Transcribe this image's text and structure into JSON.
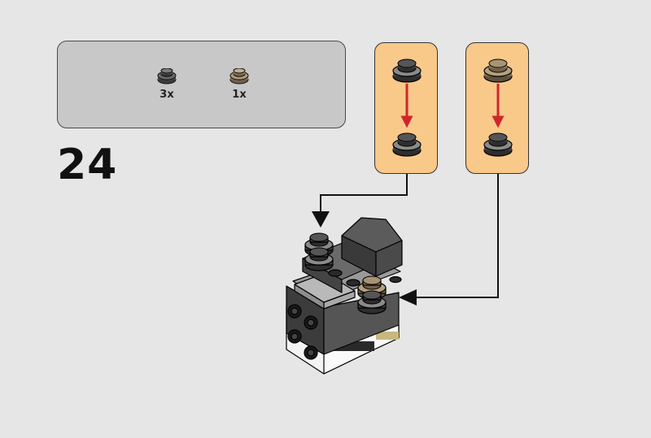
{
  "step": {
    "number": "24"
  },
  "parts": [
    {
      "qty": "3x",
      "icon": "round-plate-dark-gray-icon",
      "color": "#5a5a5a"
    },
    {
      "qty": "1x",
      "icon": "round-plate-tan-icon",
      "color": "#9c8a6e"
    }
  ],
  "callouts": [
    {
      "name": "dark-gray-plate-stack",
      "color": "#5a5a5a"
    },
    {
      "name": "tan-plate-stack",
      "color": "#9c8a6e"
    }
  ],
  "colors": {
    "background": "#e6e6e6",
    "parts_box": "#c8c8c8",
    "callout": "#f9c98a",
    "arrow_red": "#d0262b",
    "dark_gray": "#5a5a5a",
    "tan": "#9c8a6e"
  }
}
